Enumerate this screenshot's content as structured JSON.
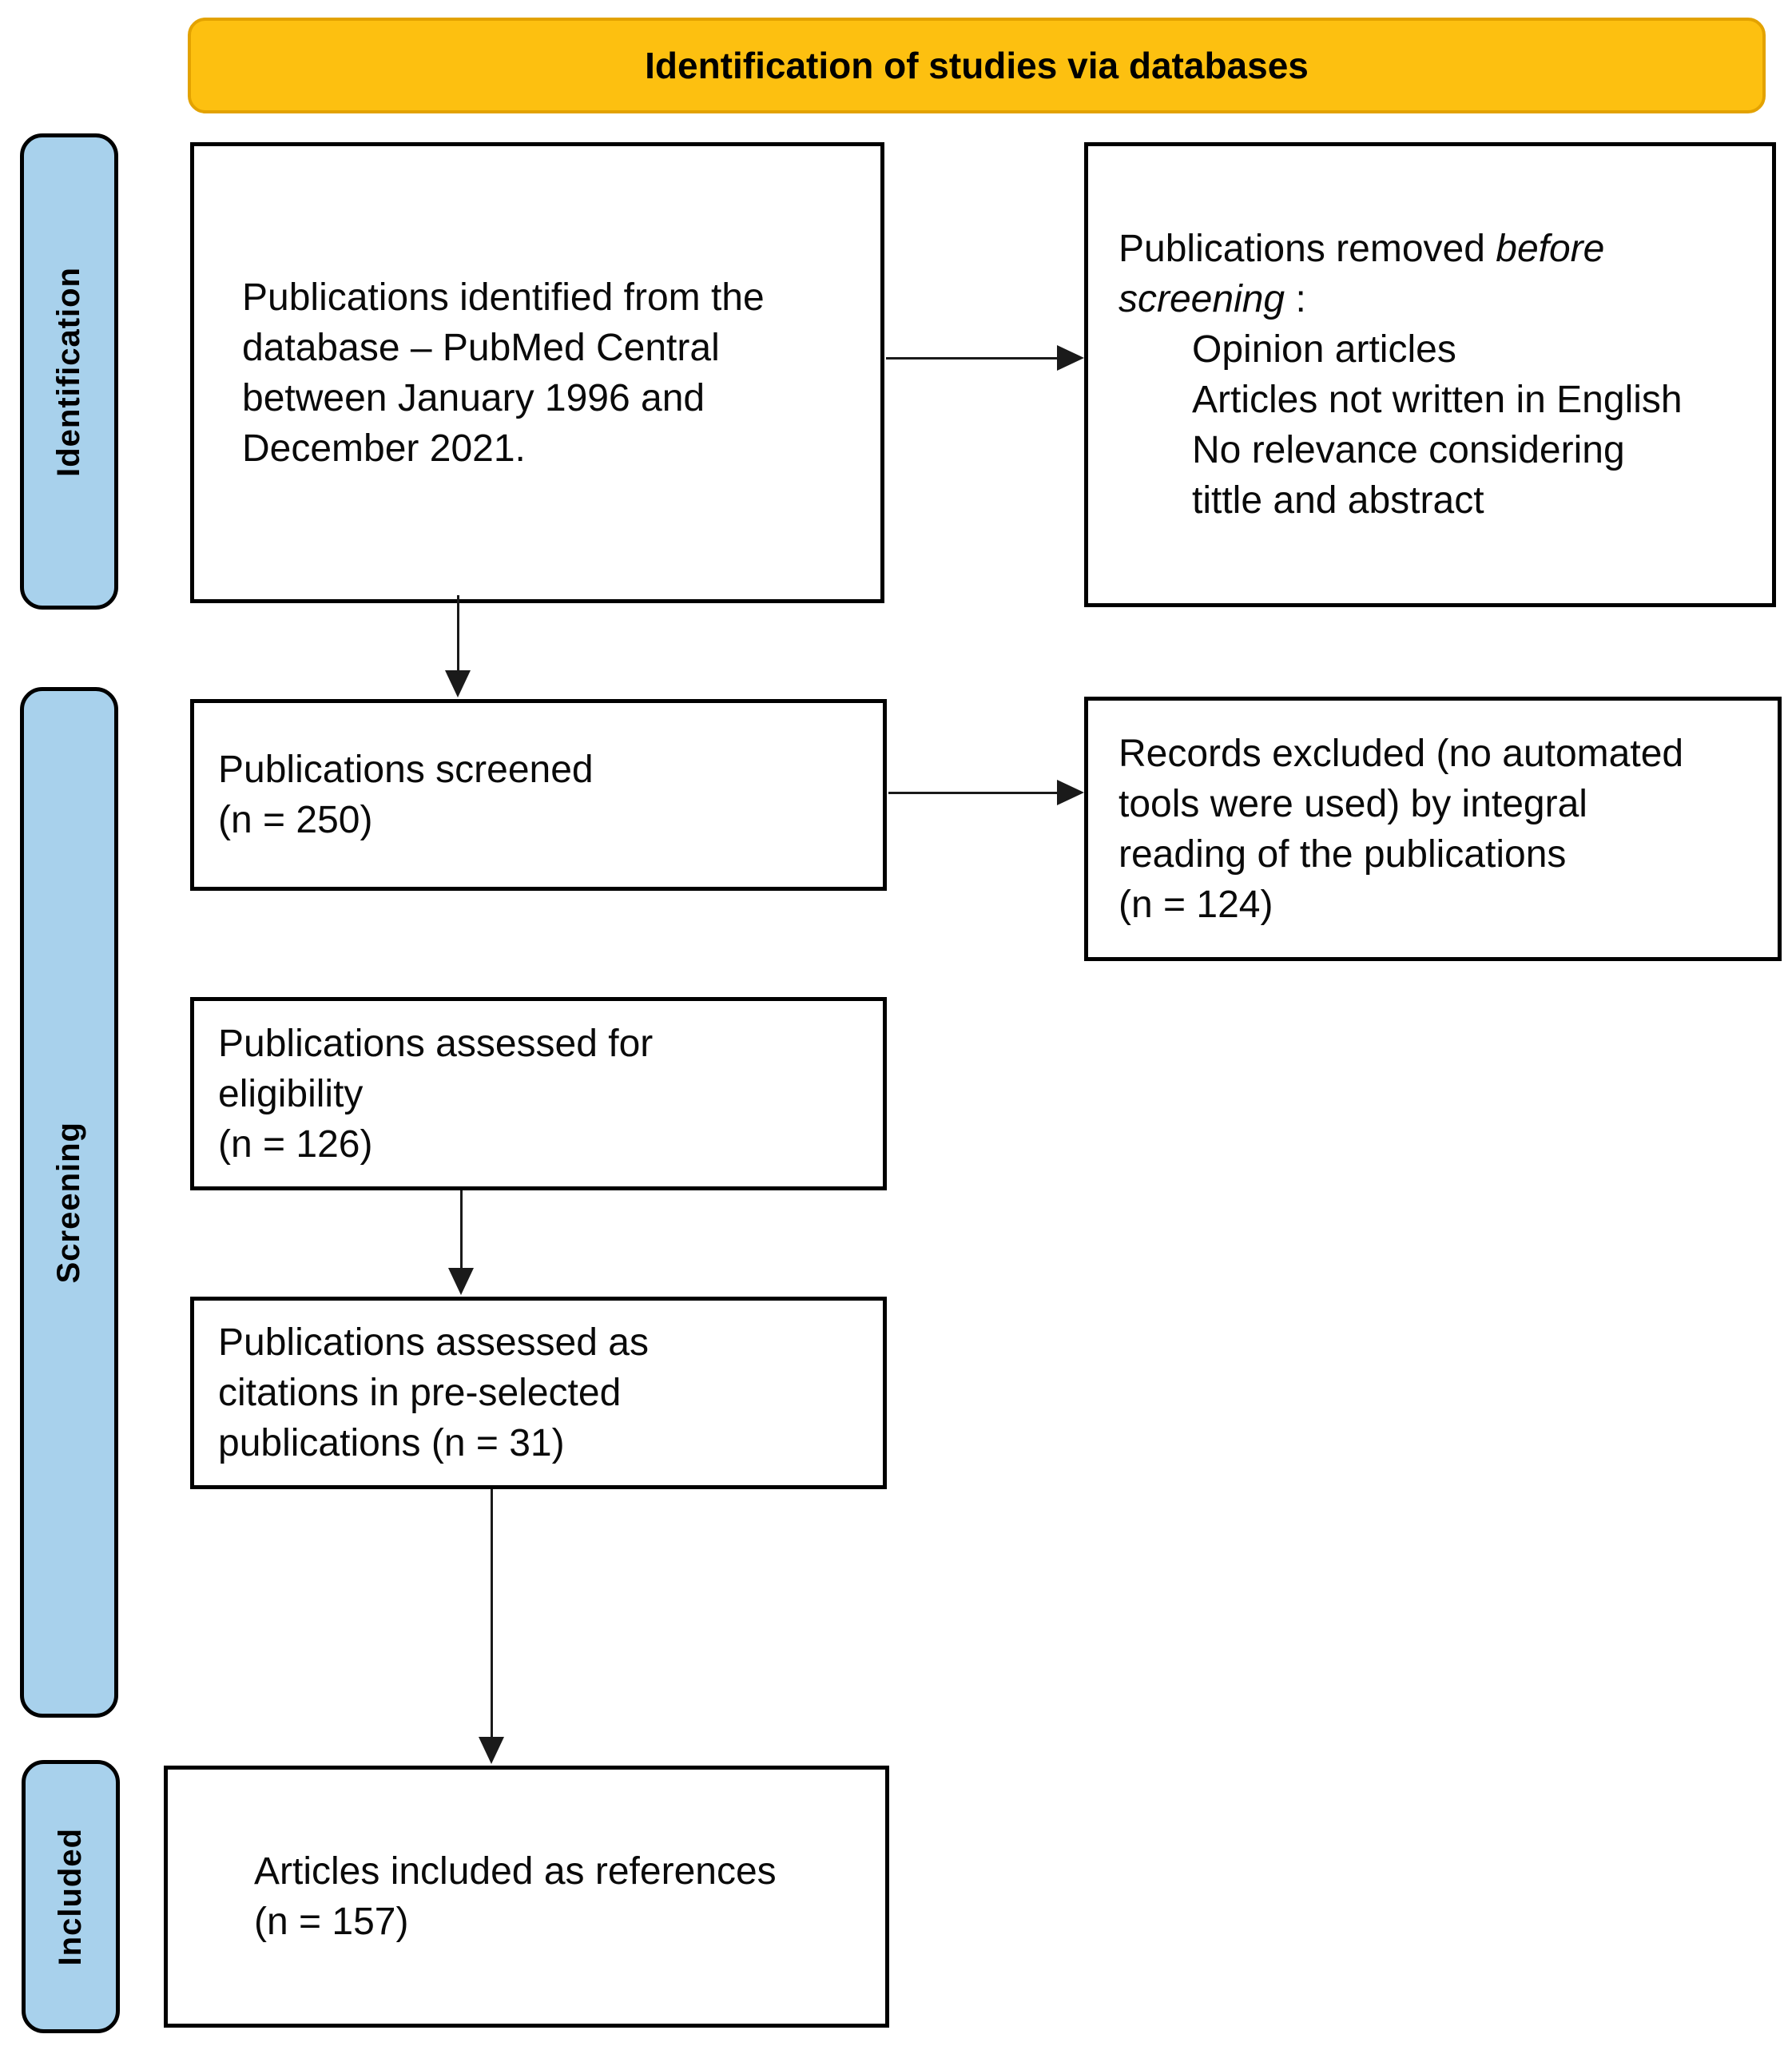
{
  "banner": {
    "title": "Identification of studies via databases"
  },
  "stages": [
    {
      "label": "Identification"
    },
    {
      "label": "Screening"
    },
    {
      "label": "Included"
    }
  ],
  "boxes": {
    "identified": {
      "lines": [
        "Publications identified from the",
        "database – PubMed Central",
        "between January 1996 and",
        "December 2021."
      ]
    },
    "removed_before_screening": {
      "line1_regular": "Publications removed ",
      "line1_italic": "before",
      "line2_italic": "screening",
      "line2_regular": ":",
      "reasons_lines": [
        "Opinion articles",
        "Articles not written in English",
        "No relevance considering",
        "tittle and abstract"
      ]
    },
    "screened": {
      "lines": [
        "Publications screened",
        "(n = 250)"
      ]
    },
    "records_excluded": {
      "lines": [
        "Records excluded (no automated",
        "tools were used) by integral",
        "reading of the publications",
        "(n = 124)"
      ]
    },
    "assessed_eligibility": {
      "lines": [
        "Publications assessed for",
        "eligibility",
        "(n = 126)"
      ]
    },
    "assessed_citations": {
      "lines": [
        "Publications assessed as",
        "citations in pre-selected",
        "publications (n = 31)"
      ]
    },
    "included_references": {
      "lines": [
        "Articles included as references",
        "(n = 157)"
      ]
    }
  },
  "colors": {
    "banner_fill": "#FDC010",
    "banner_border": "#E3A200",
    "stage_fill": "#A8D1EC",
    "box_border": "#000000",
    "arrow": "#1A1A1A"
  }
}
